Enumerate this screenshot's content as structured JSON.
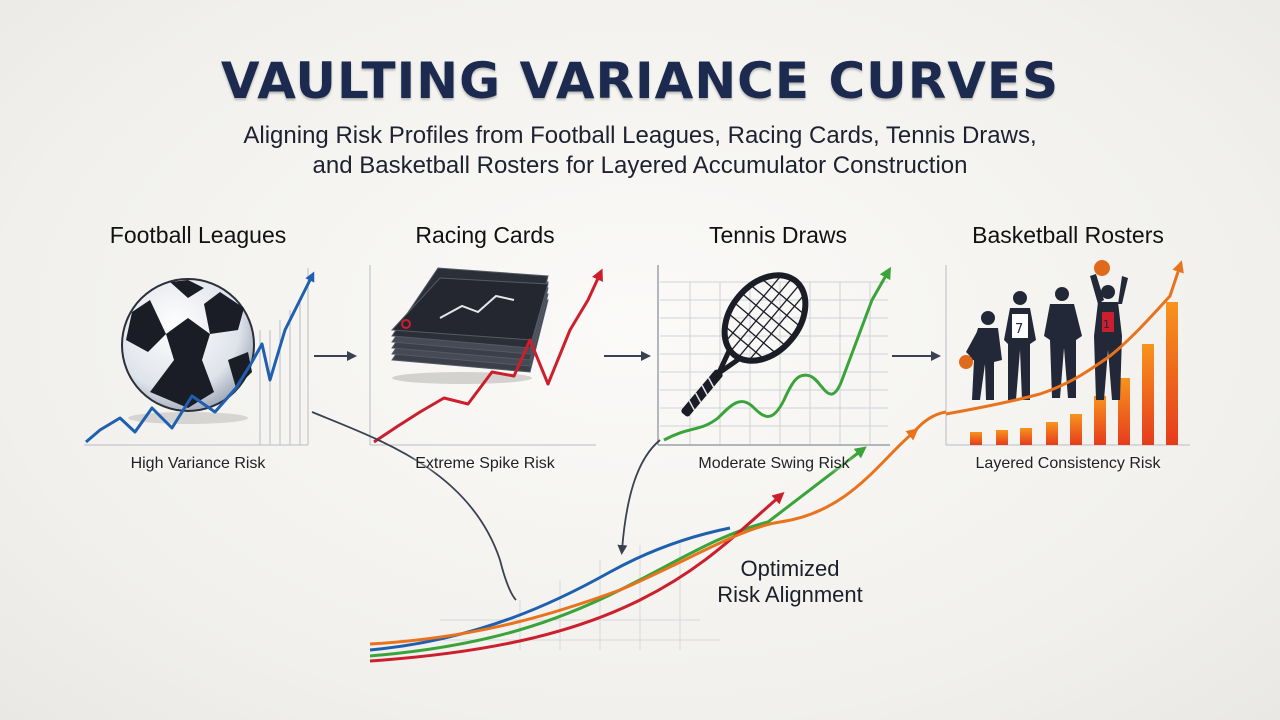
{
  "header": {
    "title": "VAULTING VARIANCE CURVES",
    "subtitle_line1": "Aligning Risk Profiles from Football Leagues, Racing Cards, Tennis Draws,",
    "subtitle_line2": "and Basketball Rosters for Layered Accumulator Construction"
  },
  "panels": [
    {
      "title": "Football Leagues",
      "label": "High Variance Risk",
      "icon": "soccer-ball-icon",
      "color": "#1f5fb0"
    },
    {
      "title": "Racing Cards",
      "label": "Extreme Spike Risk",
      "icon": "card-deck-icon",
      "color": "#cc1f2e"
    },
    {
      "title": "Tennis Draws",
      "label": "Moderate Swing Risk",
      "icon": "tennis-racket-icon",
      "color": "#3aa33a"
    },
    {
      "title": "Basketball Rosters",
      "label": "Layered Consistency Risk",
      "icon": "basketball-players-icon",
      "color": "#e8731c"
    }
  ],
  "center": {
    "label_line1": "Optimized",
    "label_line2": "Risk Alignment"
  }
}
